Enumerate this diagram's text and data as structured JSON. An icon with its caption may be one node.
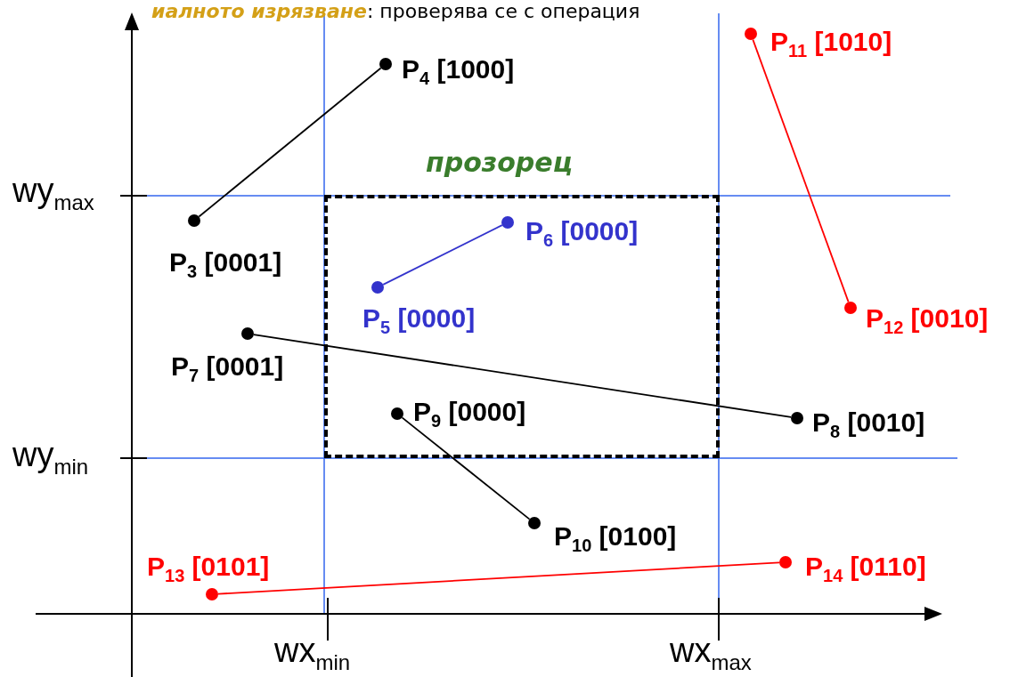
{
  "diagram": {
    "nodes": [
      {
        "text": [],
        "shape": "circle",
        "beside": [
          "P$_{11}$ [1010]"
        ]
      },
      {
        "text": [],
        "shape": "circle",
        "beside": [
          "P$_{4}$ [1000]"
        ]
      },
      {
        "text": [
          "прозорец"
        ]
      },
      {
        "text": [],
        "shape": "circle",
        "beside": [
          "P$_{3}$ [0001]"
        ]
      },
      {
        "text": [],
        "shape": "circle",
        "beside": [
          "P$_{6}$ [0000]"
        ],
        "in": 2
      },
      {
        "text": [],
        "shape": "circle",
        "beside": [
          "P$_{5}$ [0000]"
        ],
        "in": 2
      },
      {
        "text": [],
        "shape": "circle",
        "beside": [
          "P$_{12}$ [0010]"
        ]
      },
      {
        "text": [],
        "shape": "circle",
        "beside": [
          "P$_{7}$ [0001]"
        ]
      },
      {
        "text": [],
        "shape": "circle",
        "beside": [
          "P$_{9}$ [0000]"
        ],
        "in": 2
      },
      {
        "text": [],
        "shape": "circle",
        "beside": [
          "P$_{8}$ [0010]"
        ]
      },
      {
        "text": [],
        "shape": "circle",
        "beside": [
          "P$_{10}$ [0100]"
        ]
      },
      {
        "text": [],
        "shape": "circle",
        "beside": [
          "P$_{14}$ [0110]"
        ]
      },
      {
        "text": [],
        "shape": "circle",
        "beside": [
          "P$_{13}$ [0101]"
        ]
      }
    ],
    "edges": [
      {
        "from": 3,
        "to": 1,
        "arrow": "none"
      },
      {
        "from": 5,
        "to": 4,
        "arrow": "none",
        "color": "#3333cc"
      },
      {
        "from": 7,
        "to": 9,
        "arrow": "none"
      },
      {
        "from": 8,
        "to": 10,
        "arrow": "none"
      },
      {
        "from": 0,
        "to": 6,
        "arrow": "none",
        "color": "#ff0000"
      },
      {
        "from": 12,
        "to": 11,
        "arrow": "none",
        "color": "#ff0000"
      }
    ],
    "labels": [
      "**иалното изрязване**: проверява се с операция",
      "wy$_{max}$",
      "wy$_{min}$",
      "wx$_{min}$",
      "wx$_{max}$"
    ]
  }
}
